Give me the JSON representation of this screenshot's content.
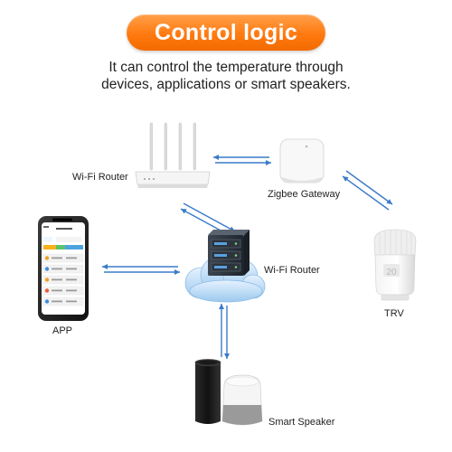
{
  "header": {
    "title": "Control logic",
    "subtitle_line1": "It can control the temperature through",
    "subtitle_line2": "devices, applications or smart speakers."
  },
  "nodes": {
    "router": {
      "label": "Wi-Fi Router",
      "icon": "wifi-router-icon"
    },
    "gateway": {
      "label": "Zigbee Gateway",
      "icon": "zigbee-gateway-icon"
    },
    "app": {
      "label": "APP",
      "icon": "smartphone-icon"
    },
    "cloud": {
      "label": "Wi-Fi Router",
      "icon": "cloud-server-icon"
    },
    "trv": {
      "label": "TRV",
      "icon": "thermostatic-valve-icon",
      "display": "20"
    },
    "speaker": {
      "label": "Smart Speaker",
      "icon": "smart-speaker-icon"
    }
  },
  "colors": {
    "accent": "#f57a10",
    "arrow": "#3a7bc8"
  }
}
